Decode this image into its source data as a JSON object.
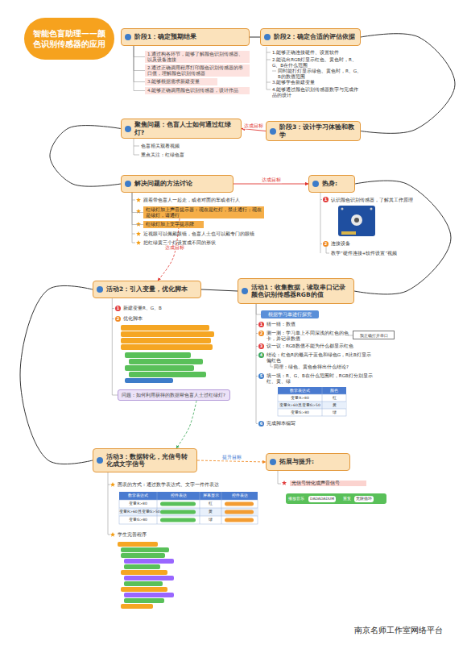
{
  "diagram": {
    "title": "智能色盲助理——颜色识别传感器的应用",
    "nodes": [
      {
        "text": [
          "阶段1：确定预期结果"
        ]
      },
      {
        "text": [
          "1.通过构各环节，能够了解颜色识别传感器、以及设备连接"
        ]
      },
      {
        "text": [
          "2.通过正确调用程序打印颜色识别传感器的串口值，理解颜色识别传感器"
        ]
      },
      {
        "text": [
          "3.能够根据需求新建变量"
        ]
      },
      {
        "text": [
          "4.能够正确调用颜色识别传感器，设计作品"
        ]
      },
      {
        "text": [
          "阶段2：确定合适的评估依据"
        ]
      },
      {
        "text": [
          "阶段3：设计学习体验和教学"
        ]
      },
      {
        "text": [
          "聚焦问题：色盲人士如何通过红绿灯?"
        ]
      },
      {
        "text": [
          "解决问题的方法讨论"
        ]
      },
      {
        "text": [
          "红绿灯加上声音提示器：现在是红灯，禁止通行；现在是绿灯，请通行"
        ]
      },
      {
        "text": [
          "红绿灯加上文字提示牌"
        ]
      },
      {
        "text": [
          "热身:"
        ]
      },
      {
        "text": [
          "活动1：收集数据，读取串口记录颜色识别传感器RGB的值"
        ]
      },
      {
        "text": [
          "根据学习单进行探究"
        ]
      },
      {
        "text": [
          "我正确打开串口"
        ]
      },
      {
        "text": [
          "活动2：引入变量，优化脚本"
        ]
      },
      {
        "text": [
          "问题：如何利用获得的数据帮色盲人士过红绿灯?"
        ]
      },
      {
        "text": [
          "活动3：数据转化，光信号转化成文字信号"
        ]
      },
      {
        "text": [
          "拓展与提升:"
        ]
      }
    ],
    "edges": [
      {
        "from": 0,
        "to": 5,
        "arrow": "none"
      },
      {
        "from": 5,
        "to": 6,
        "arrow": "none"
      },
      {
        "from": 6,
        "to": 7,
        "label": "达成目标",
        "arrow": "to"
      },
      {
        "from": 7,
        "to": 8,
        "arrow": "none"
      },
      {
        "from": 8,
        "to": 11,
        "label": "达成目标",
        "arrow": "to"
      },
      {
        "from": 11,
        "to": 12,
        "arrow": "none"
      },
      {
        "from": 12,
        "to": 15,
        "arrow": "none"
      },
      {
        "from": 15,
        "to": 17,
        "arrow": "none"
      },
      {
        "from": 17,
        "to": 18,
        "label": "提升目标",
        "arrow": "to"
      },
      {
        "from": 0,
        "to": 1,
        "arrow": "none"
      },
      {
        "from": 0,
        "to": 2,
        "arrow": "none"
      },
      {
        "from": 0,
        "to": 3,
        "arrow": "none"
      },
      {
        "from": 0,
        "to": 4,
        "arrow": "none"
      },
      {
        "from": 8,
        "to": 9,
        "arrow": "none"
      },
      {
        "from": 8,
        "to": 10,
        "arrow": "none"
      },
      {
        "from": 15,
        "to": 16,
        "arrow": "none"
      },
      {
        "from": 12,
        "to": 13,
        "arrow": "none"
      },
      {
        "from": 9,
        "to": 15,
        "label": "达成目标",
        "arrow": "to"
      },
      {
        "from": 16,
        "to": 17,
        "arrow": "to"
      }
    ],
    "labels": [
      "1.能够正确连接硬件、设置软件",
      "2.能说出RGB灯显示红色、黄色时，R、G、B在什么范围",
      "同时能打灯显示绿色、黄色时，R、G、B的数值范围",
      "3.能够学会新建变量",
      "4.能够通过颜色识别传感器数字与完成作品的设计",
      "色盲相关观看视频",
      "重点关注：红绿色盲",
      "跟着带色盲人一起走，或者对面的车或者行人",
      "近视眼可以佩戴眼镜，色盲人士也可以戴专门的眼镜",
      "把红绿黄三个灯设置成不同的形状",
      "1",
      "认识颜色识别传感器，了解其工作原理",
      "2",
      "连接设备",
      "教学“硬件连接+软件设置”视频",
      "1",
      "猜一猜：数值",
      "2",
      "测一测：学习单上不同深浅的红色的色卡，并记录数值",
      "3",
      "议一议：RGB数值不能为什么都显示红色",
      "4",
      "结论：红色R的最高于蓝色和绿色G，R比B灯显示偏红色",
      "同理：绿色、黄色会得出什么结论?",
      "5",
      "填一填：R、G、B在什么范围时，RGB灯分别显示红、黄、绿",
      "数学表达式",
      "颜色",
      "变量R>80",
      "红",
      "变量R>60且变量G>50",
      "黄",
      "变量G>80",
      "绿",
      "6",
      "完成脚本编写",
      "1",
      "新建变量R、G、B",
      "2",
      "优化脚本",
      "图表的方式：通过数学表达式、文字一件件表达",
      "数学表达式",
      "控件表达",
      "屏幕显示",
      "控件表达",
      "变量R>80",
      "红",
      "变量R>60且变量G>50",
      "黄",
      "变量G>80",
      "绿",
      "学生完善程序",
      "光信号转化成声音信号",
      "播放音乐",
      "DADADADUM",
      "重复",
      "无限循环",
      "南京名师工作室网络平台"
    ]
  }
}
